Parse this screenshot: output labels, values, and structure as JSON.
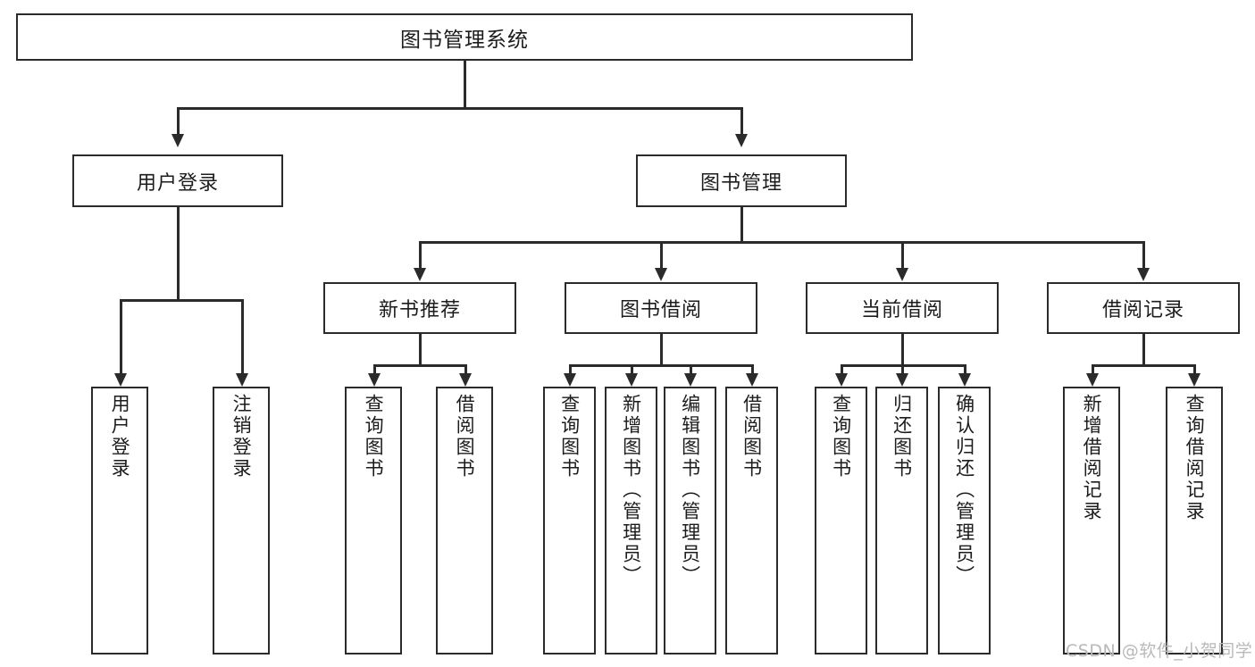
{
  "diagram": {
    "title": "图书管理系统",
    "type": "tree-hierarchy-chart",
    "watermark": "CSDN @软件_小贺同学"
  },
  "root": {
    "label": "图书管理系统"
  },
  "level2": [
    {
      "label": "用户登录"
    },
    {
      "label": "图书管理"
    }
  ],
  "level3": [
    {
      "label": "新书推荐"
    },
    {
      "label": "图书借阅"
    },
    {
      "label": "当前借阅"
    },
    {
      "label": "借阅记录"
    }
  ],
  "leaves": {
    "user_login": [
      {
        "label": "用户登录"
      },
      {
        "label": "注销登录"
      }
    ],
    "new_book": [
      {
        "label": "查询图书"
      },
      {
        "label": "借阅图书"
      }
    ],
    "book_borrow": [
      {
        "label": "查询图书"
      },
      {
        "label": "新增图书（管理员）"
      },
      {
        "label": "编辑图书（管理员）"
      },
      {
        "label": "借阅图书"
      }
    ],
    "current_borrow": [
      {
        "label": "查询图书"
      },
      {
        "label": "归还图书"
      },
      {
        "label": "确认归还（管理员）"
      }
    ],
    "borrow_record": [
      {
        "label": "新增借阅记录"
      },
      {
        "label": "查询借阅记录"
      }
    ]
  }
}
